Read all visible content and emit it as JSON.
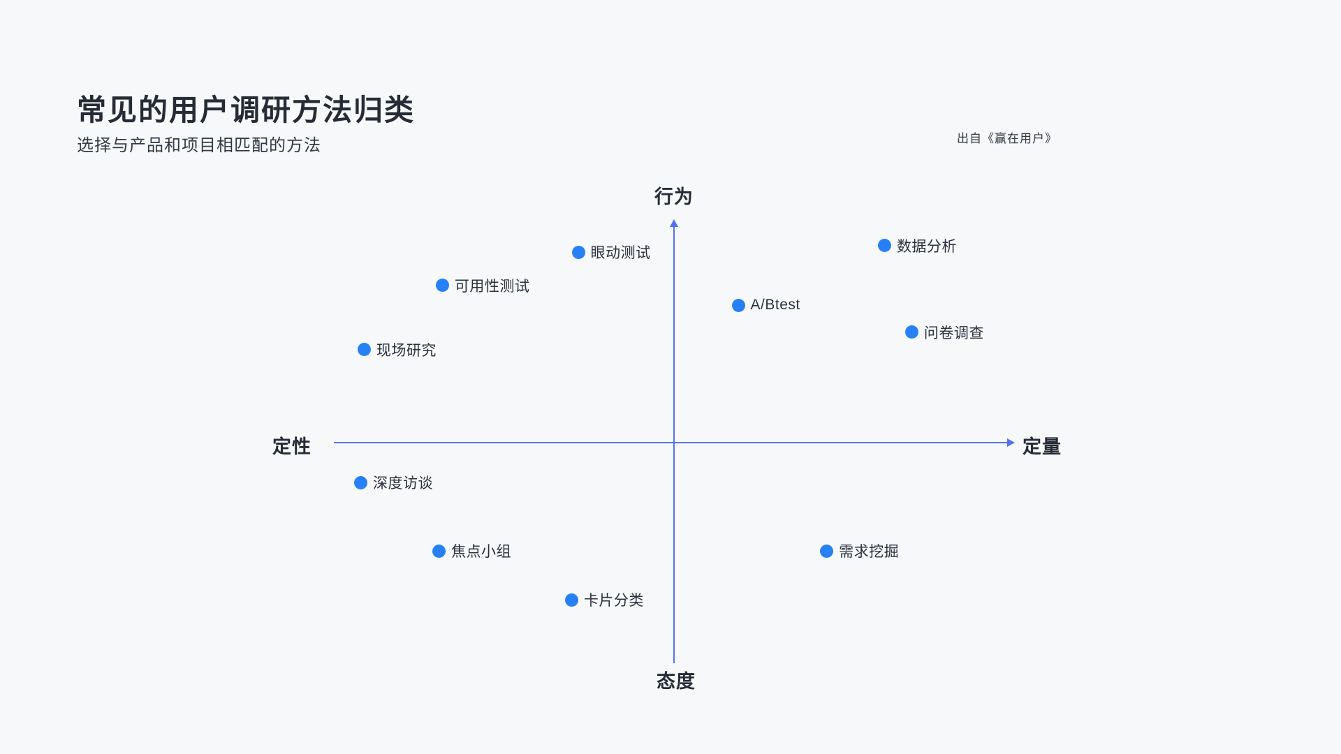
{
  "page": {
    "title": "常见的用户调研方法归类",
    "subtitle": "选择与产品和项目相匹配的方法",
    "source": "出自《赢在用户》"
  },
  "chart_data": {
    "type": "scatter",
    "title": "常见的用户调研方法归类",
    "subtitle": "选择与产品和项目相匹配的方法",
    "annotation": "出自《赢在用户》",
    "axes": {
      "x": {
        "negative_label": "定性",
        "positive_label": "定量",
        "range": [
          -1,
          1
        ],
        "arrow": "positive-only"
      },
      "y": {
        "negative_label": "态度",
        "positive_label": "行为",
        "range": [
          -1,
          1
        ],
        "arrow": "positive-only"
      }
    },
    "grid": false,
    "legend": false,
    "points": [
      {
        "label": "眼动测试",
        "x": -0.28,
        "y": 0.86
      },
      {
        "label": "数据分析",
        "x": 0.62,
        "y": 0.89
      },
      {
        "label": "可用性测试",
        "x": -0.68,
        "y": 0.71
      },
      {
        "label": "A/Btest",
        "x": 0.19,
        "y": 0.62
      },
      {
        "label": "问卷调查",
        "x": 0.7,
        "y": 0.5
      },
      {
        "label": "现场研究",
        "x": -0.91,
        "y": 0.42
      },
      {
        "label": "深度访谈",
        "x": -0.92,
        "y": -0.18
      },
      {
        "label": "焦点小组",
        "x": -0.69,
        "y": -0.49
      },
      {
        "label": "需求挖掘",
        "x": 0.45,
        "y": -0.49
      },
      {
        "label": "卡片分类",
        "x": -0.3,
        "y": -0.71
      }
    ],
    "colors": {
      "dot": "#2880f7",
      "axis": "#5571f1",
      "text": "#262b36",
      "background": "#f7f8f9"
    }
  }
}
